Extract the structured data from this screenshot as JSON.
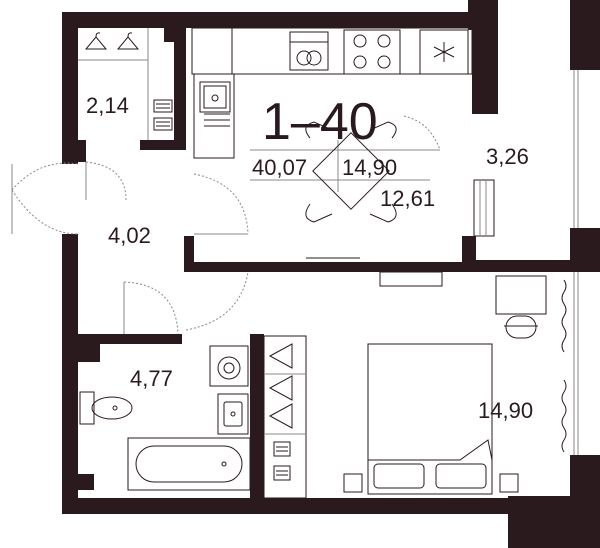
{
  "plan": {
    "apartment_number": "1–40",
    "total_area": "40,07",
    "living_area": "14,90",
    "colors": {
      "wall": "#2a1a1e",
      "line": "#8a8a8a",
      "background": "#ffffff"
    },
    "rooms": [
      {
        "id": "closet",
        "area": "2,14"
      },
      {
        "id": "balcony",
        "area": "3,26"
      },
      {
        "id": "kitchen",
        "area": "12,61"
      },
      {
        "id": "hallway",
        "area": "4,02"
      },
      {
        "id": "bathroom",
        "area": "4,77"
      },
      {
        "id": "bedroom",
        "area": "14,90"
      }
    ],
    "icons": [
      "hanger-icon",
      "dishwasher-icon",
      "stove-icon",
      "freezer-icon",
      "sink-icon",
      "washing-machine-icon",
      "toilet-icon",
      "bathtub-icon",
      "bed-icon",
      "chair-icon"
    ]
  }
}
